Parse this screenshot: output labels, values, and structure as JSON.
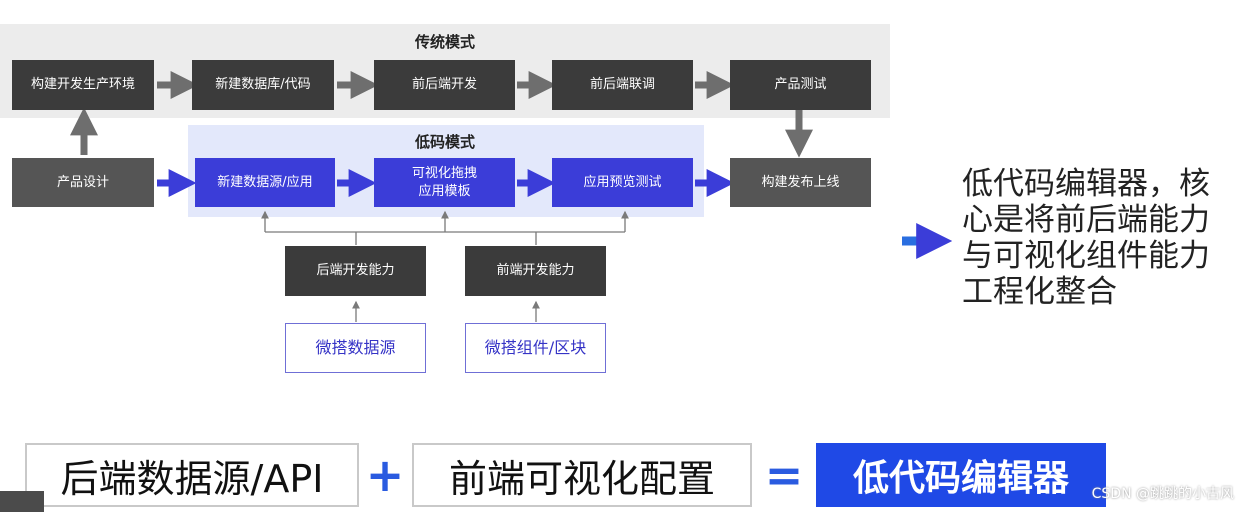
{
  "bands": {
    "traditional_title": "传统模式",
    "lowcode_title": "低码模式"
  },
  "traditional_steps": [
    "构建开发生产环境",
    "新建数据库/代码",
    "前后端开发",
    "前后端联调",
    "产品测试"
  ],
  "design_step": "产品设计",
  "lowcode_steps": [
    "新建数据源/应用",
    "可视化拖拽\n应用模板",
    "应用预览测试"
  ],
  "release_step": "构建发布上线",
  "capabilities": {
    "backend": "后端开发能力",
    "frontend": "前端开发能力"
  },
  "sources": {
    "datasource": "微搭数据源",
    "components": "微搭组件/区块"
  },
  "side_note": "低代码编辑器，核\n心是将前后端能力\n与可视化组件能力\n工程化整合",
  "formula": {
    "left": "后端数据源/API",
    "plus": "+",
    "middle": "前端可视化配置",
    "equals": "=",
    "result": "低代码编辑器"
  },
  "watermark": "CSDN @跳跳的小古风",
  "colors": {
    "node_dark": "#3b3b3b",
    "node_blue": "#3b3dd8",
    "arrow_gray": "#6e6e6e",
    "arrow_blue": "#3b3dd8",
    "result_blue": "#1f49e6"
  }
}
